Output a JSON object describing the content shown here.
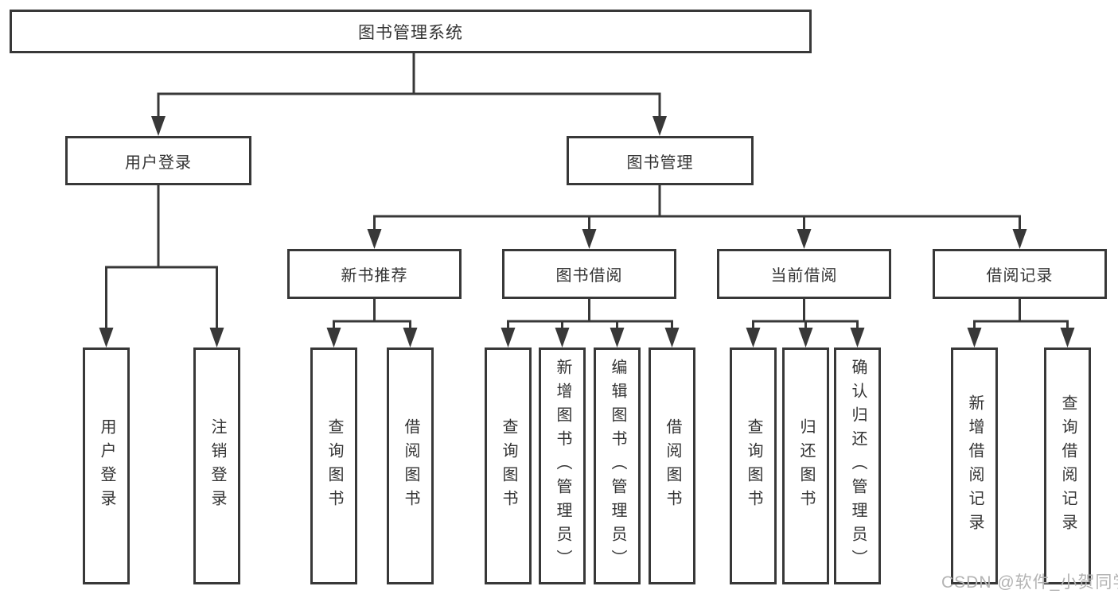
{
  "root": {
    "label": "图书管理系统"
  },
  "level2": [
    {
      "label": "用户登录"
    },
    {
      "label": "图书管理"
    }
  ],
  "level3": [
    {
      "label": "新书推荐"
    },
    {
      "label": "图书借阅"
    },
    {
      "label": "当前借阅"
    },
    {
      "label": "借阅记录"
    }
  ],
  "level4": {
    "user_login": [
      {
        "label": "用户登录"
      },
      {
        "label": "注销登录"
      }
    ],
    "new_book_recommend": [
      {
        "label": "查询图书"
      },
      {
        "label": "借阅图书"
      }
    ],
    "book_borrow": [
      {
        "label": "查询图书"
      },
      {
        "label": "新增图书（管理员）"
      },
      {
        "label": "编辑图书（管理员）"
      },
      {
        "label": "借阅图书"
      }
    ],
    "current_borrow": [
      {
        "label": "查询图书"
      },
      {
        "label": "归还图书"
      },
      {
        "label": "确认归还（管理员）"
      }
    ],
    "borrow_records": [
      {
        "label": "新增借阅记录"
      },
      {
        "label": "查询借阅记录"
      }
    ]
  },
  "watermark": {
    "text": "CSDN @软件_小贺同学"
  },
  "colors": {
    "line": "#383838",
    "text": "#333333",
    "watermark": "#b3b3b3",
    "box_bg": "#ffffff",
    "page_bg": "#ffffff"
  }
}
